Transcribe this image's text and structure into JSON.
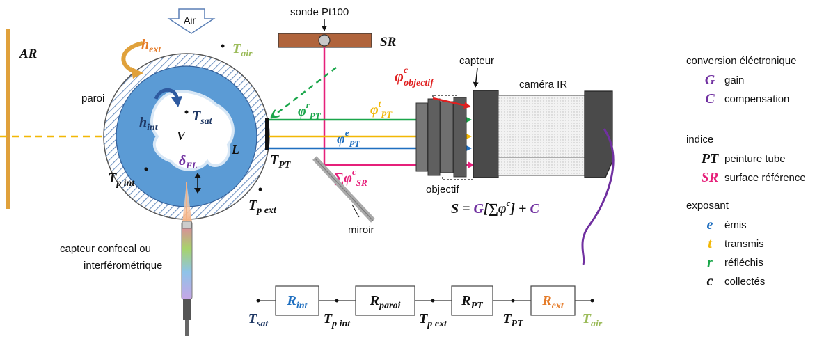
{
  "colors": {
    "navy": "#1f3864",
    "orange": "#e57c2a",
    "lightgreen": "#9bbb59",
    "green": "#1aa64a",
    "yellow": "#f2b705",
    "blue": "#1f6fc0",
    "magenta": "#e6207a",
    "red": "#e02020",
    "purple": "#7030a0",
    "brown": "#b0643c",
    "wallblue": "#5b9bd5"
  },
  "labels": {
    "ar": "AR",
    "air_arrow": "Air",
    "sonde": "sonde Pt100",
    "sr": "SR",
    "paroi": "paroi",
    "capteur": "capteur",
    "camera": "caméra IR",
    "objectif": "objectif",
    "miroir": "miroir",
    "confocal_line1": "capteur confocal ou",
    "confocal_line2": "interférométrique"
  },
  "symbols": {
    "h_ext": {
      "main": "h",
      "sub": "ext"
    },
    "t_air": {
      "main": "T",
      "sub": "air"
    },
    "h_int": {
      "main": "h",
      "sub": "int"
    },
    "t_sat": {
      "main": "T",
      "sub": "sat"
    },
    "v": "V",
    "l": "L",
    "delta_fl": {
      "main": "δ",
      "sub": "FL"
    },
    "t_pint": {
      "main": "T",
      "sub": "p int"
    },
    "t_pext": {
      "main": "T",
      "sub": "p ext"
    },
    "t_pt": {
      "main": "T",
      "sub": "PT"
    },
    "phi_r": {
      "main": "φ",
      "sup": "r",
      "sub": "PT"
    },
    "phi_t": {
      "main": "φ",
      "sup": "t",
      "sub": "PT"
    },
    "phi_e": {
      "main": "φ",
      "sup": "e",
      "sub": "PT"
    },
    "sum_phi_sr": {
      "main": "∑φ",
      "sup": "c",
      "sub": "SR"
    },
    "phi_obj": {
      "main": "φ",
      "sup": "c",
      "sub": "objectif"
    }
  },
  "equation": {
    "s": "S",
    "eq": " = ",
    "g": "G",
    "open": "[∑",
    "phi": "φ",
    "sup": "c",
    "close": "] + ",
    "c": "C"
  },
  "circuit": {
    "resistors": [
      {
        "main": "R",
        "sub": "int",
        "color": "#1f6fc0"
      },
      {
        "main": "R",
        "sub": "paroi",
        "color": "#111111"
      },
      {
        "main": "R",
        "sub": "PT",
        "color": "#111111"
      },
      {
        "main": "R",
        "sub": "ext",
        "color": "#e57c2a"
      }
    ],
    "nodes": [
      {
        "main": "T",
        "sub": "sat",
        "color": "#1f3864"
      },
      {
        "main": "T",
        "sub": "p int",
        "color": "#111111"
      },
      {
        "main": "T",
        "sub": "p ext",
        "color": "#111111"
      },
      {
        "main": "T",
        "sub": "PT",
        "color": "#111111"
      },
      {
        "main": "T",
        "sub": "air",
        "color": "#9bbb59"
      }
    ]
  },
  "legend": {
    "sections": [
      {
        "title": "conversion éléctronique",
        "items": [
          {
            "symbol": "G",
            "text": "gain",
            "color": "#7030a0"
          },
          {
            "symbol": "C",
            "text": "compensation",
            "color": "#7030a0"
          }
        ]
      },
      {
        "title": "indice",
        "items": [
          {
            "symbol": "PT",
            "text": "peinture tube",
            "color": "#111111"
          },
          {
            "symbol": "SR",
            "text": "surface référence",
            "color": "#e6207a"
          }
        ]
      },
      {
        "title": "exposant",
        "items": [
          {
            "symbol": "e",
            "text": "émis",
            "color": "#1f6fc0"
          },
          {
            "symbol": "t",
            "text": "transmis",
            "color": "#f2b705"
          },
          {
            "symbol": "r",
            "text": "réfléchis",
            "color": "#1aa64a"
          },
          {
            "symbol": "c",
            "text": "collectés",
            "color": "#111111"
          }
        ]
      }
    ]
  }
}
